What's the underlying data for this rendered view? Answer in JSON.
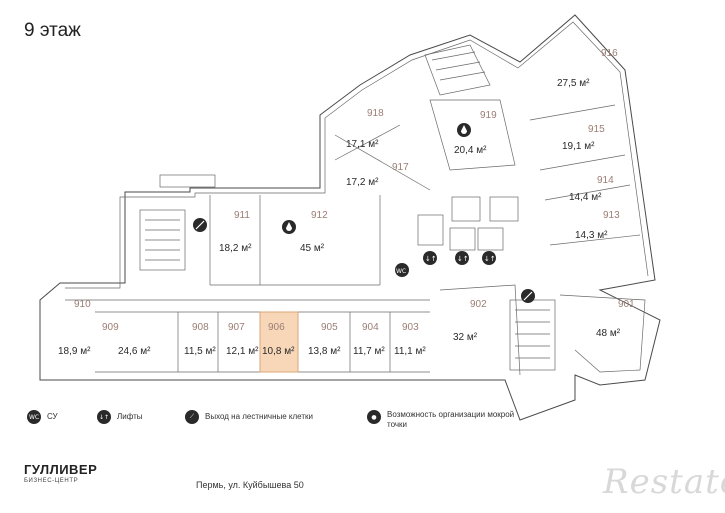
{
  "floor_title": "9 этаж",
  "rooms": [
    {
      "id": "901",
      "area": "48 м²"
    },
    {
      "id": "902",
      "area": "32 м²"
    },
    {
      "id": "903",
      "area": "11,1 м²"
    },
    {
      "id": "904",
      "area": "11,7 м²"
    },
    {
      "id": "905",
      "area": "13,8 м²"
    },
    {
      "id": "906",
      "area": "10,8 м²",
      "highlighted": true
    },
    {
      "id": "907",
      "area": "12,1 м²"
    },
    {
      "id": "908",
      "area": "11,5 м²"
    },
    {
      "id": "909",
      "area": "24,6 м²"
    },
    {
      "id": "910",
      "area": "18,9 м²"
    },
    {
      "id": "911",
      "area": "18,2 м²"
    },
    {
      "id": "912",
      "area": "45 м²"
    },
    {
      "id": "913",
      "area": "14,3 м²"
    },
    {
      "id": "914",
      "area": "14,4 м²"
    },
    {
      "id": "915",
      "area": "19,1 м²"
    },
    {
      "id": "916",
      "area": "27,5 м²"
    },
    {
      "id": "917",
      "area": "17,2 м²"
    },
    {
      "id": "918",
      "area": "17,1 м²"
    },
    {
      "id": "919",
      "area": "20,4 м²"
    }
  ],
  "legend": {
    "wc": {
      "icon": "wc-icon",
      "glyph": "WC",
      "label": "СУ"
    },
    "lifts": {
      "icon": "lift-icon",
      "glyph": "↓↑",
      "label": "Лифты"
    },
    "exit": {
      "icon": "stairs-exit-icon",
      "glyph": "⟋",
      "label": "Выход на лестничные клетки"
    },
    "wet": {
      "icon": "water-drop-icon",
      "glyph": "●",
      "label": "Возможность организации мокрой точки"
    }
  },
  "brand": {
    "name": "ГУЛЛИВЕР",
    "subtitle": "БИЗНЕС-ЦЕНТР"
  },
  "address": "Пермь, ул. Куйбышева 50",
  "logo": "Restate",
  "colors": {
    "highlight": "#f7d7b8",
    "highlight_stroke": "#d9a774",
    "number": "#9b7e74",
    "wall": "#4a4a4a"
  }
}
